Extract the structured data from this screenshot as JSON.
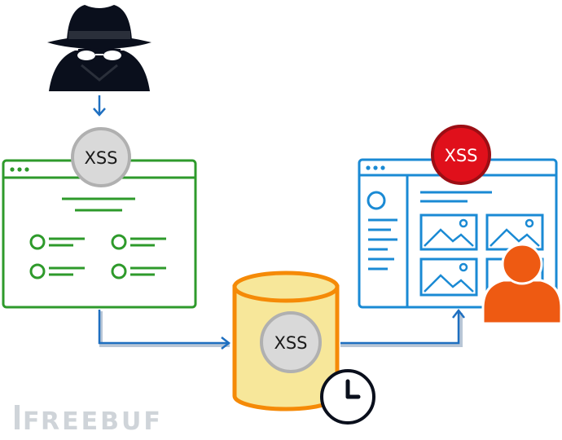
{
  "badges": {
    "attacker_payload": "XSS",
    "database_payload": "XSS",
    "victim_payload": "XSS"
  },
  "watermark": {
    "first_letter": "F",
    "rest": "REEBUF"
  },
  "colors": {
    "attacker": "#0a0f1c",
    "form_window": "#2e9a2b",
    "victim_window": "#1a8ad4",
    "database_fill": "#f7e79a",
    "database_outline": "#f58a07",
    "arrow": "#1e6fc0",
    "arrow_shadow": "#b8c6d6",
    "badge_neutral_fill": "#d9d9d9",
    "badge_neutral_stroke": "#b0b0b0",
    "badge_alert_fill": "#e0101b",
    "badge_alert_stroke": "#9c0e14",
    "victim_user": "#ee5a12",
    "watermark": "#cfd4d9"
  },
  "icons": [
    "spy-icon",
    "browser-form-icon",
    "database-icon",
    "clock-icon",
    "browser-gallery-icon",
    "user-icon"
  ]
}
